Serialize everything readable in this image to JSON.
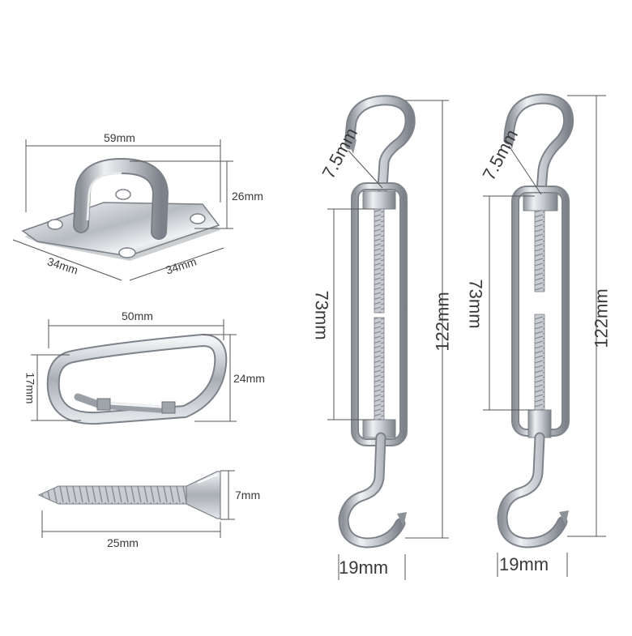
{
  "plate": {
    "width": "59mm",
    "height": "26mm",
    "side_left": "34mm",
    "side_right": "34mm"
  },
  "carabiner": {
    "length": "50mm",
    "inner": "17mm",
    "outer": "24mm"
  },
  "screw": {
    "head": "7mm",
    "length": "25mm"
  },
  "turnbuckle_left": {
    "hook": "7.5mm",
    "body": "73mm",
    "total": "122mm",
    "width": "19mm"
  },
  "turnbuckle_right": {
    "hook": "7.5mm",
    "body": "73mm",
    "total": "122mm",
    "width": "19mm"
  },
  "colors": {
    "steel_dark": "#8a8f96",
    "steel_mid": "#b9bec4",
    "steel_light": "#e6e9ec",
    "dim_line": "#555555",
    "text": "#3a3a3a"
  }
}
